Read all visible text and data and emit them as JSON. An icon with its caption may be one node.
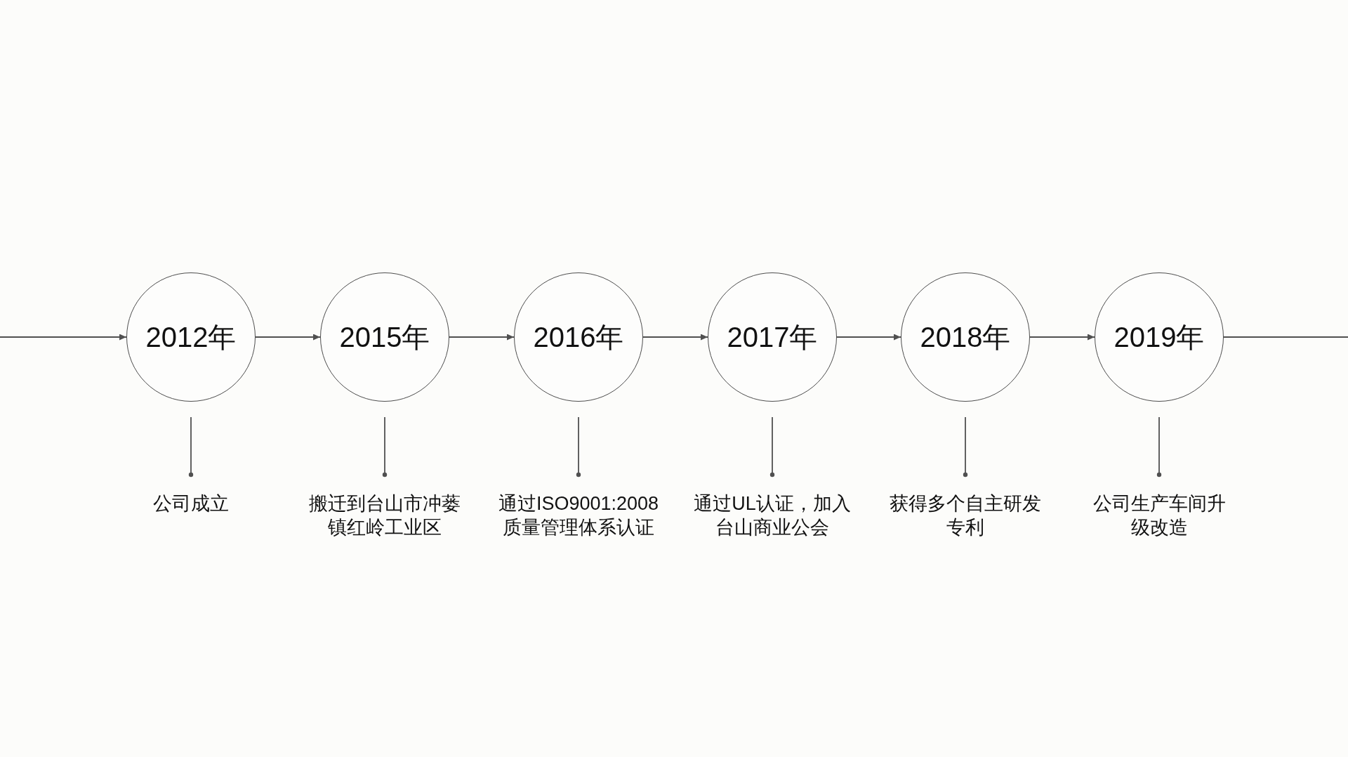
{
  "diagram": {
    "nodes": [
      {
        "text": [
          "2012年"
        ]
      },
      {
        "text": [
          "2015年"
        ]
      },
      {
        "text": [
          "2016年"
        ]
      },
      {
        "text": [
          "2017年"
        ]
      },
      {
        "text": [
          "2018年"
        ]
      },
      {
        "text": [
          "2019年"
        ]
      },
      {
        "text": [
          "公司成立"
        ]
      },
      {
        "text": [
          "搬迁到台山市冲蒌镇红岭工业区"
        ]
      },
      {
        "text": [
          "通过ISO9001:2008质量管理体系认证"
        ]
      },
      {
        "text": [
          "通过UL认证，加入台山商业公会"
        ]
      },
      {
        "text": [
          "获得多个自主研发专利"
        ]
      },
      {
        "text": [
          "公司生产车间升级改造"
        ]
      }
    ],
    "edges": [
      {
        "from": null,
        "to": 0,
        "arrow": "to"
      },
      {
        "from": 0,
        "to": 1,
        "arrow": "to"
      },
      {
        "from": 1,
        "to": 2,
        "arrow": "to"
      },
      {
        "from": 2,
        "to": 3,
        "arrow": "to"
      },
      {
        "from": 3,
        "to": 4,
        "arrow": "to"
      },
      {
        "from": 4,
        "to": 5,
        "arrow": "to"
      },
      {
        "from": 5,
        "to": null,
        "arrow": "none"
      },
      {
        "from": 0,
        "to": 6,
        "arrow": "other"
      },
      {
        "from": 1,
        "to": 7,
        "arrow": "other"
      },
      {
        "from": 2,
        "to": 8,
        "arrow": "other"
      },
      {
        "from": 3,
        "to": 9,
        "arrow": "other"
      },
      {
        "from": 4,
        "to": 10,
        "arrow": "other"
      },
      {
        "from": 5,
        "to": 11,
        "arrow": "other"
      }
    ]
  }
}
